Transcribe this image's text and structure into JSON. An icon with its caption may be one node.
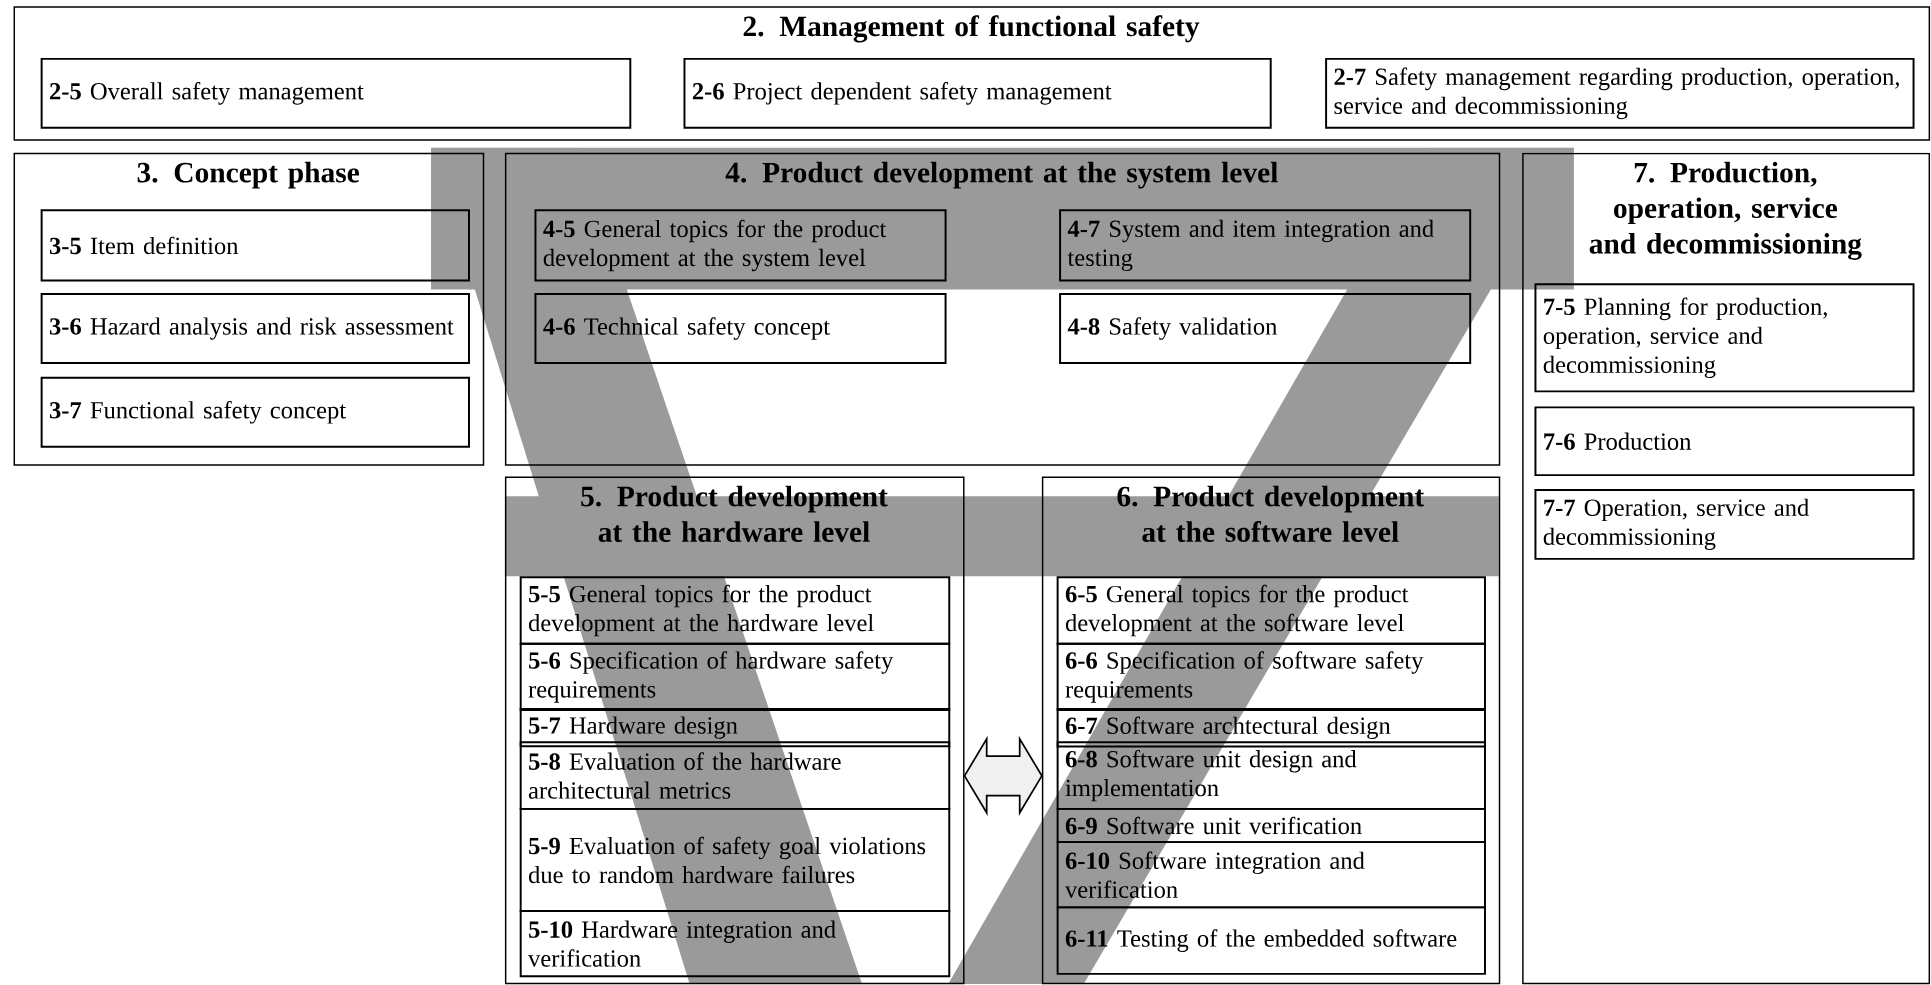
{
  "diagram": {
    "nodes": [
      {
        "text": [
          "2. Management of functional safety"
        ]
      },
      {
        "text": [
          "**2-5** Overall safety management"
        ],
        "in": 0
      },
      {
        "text": [
          "**2-6** Project dependent safety management"
        ],
        "in": 0
      },
      {
        "text": [
          "**2-7** Safety management regarding production, operation, service and decommissioning"
        ],
        "in": 0
      },
      {
        "text": [
          "3. Concept phase"
        ]
      },
      {
        "text": [
          "**3-5** Item definition"
        ],
        "in": 4
      },
      {
        "text": [
          "**3-6** Hazard analysis and risk assessment"
        ],
        "in": 4
      },
      {
        "text": [
          "**3-7** Functional safety concept"
        ],
        "in": 4
      },
      {
        "text": [
          "4. Product development at the system level"
        ]
      },
      {
        "text": [
          "**4-5** General topics for the product development at the system level"
        ],
        "in": 8
      },
      {
        "text": [
          "**4-7** System and item integration and testing"
        ],
        "in": 8
      },
      {
        "text": [
          "**4-6** Technical safety concept"
        ],
        "in": 8
      },
      {
        "text": [
          "**4-8** Safety validation"
        ],
        "in": 8
      },
      {
        "text": [
          "7. Production, operation, service and decommissioning"
        ]
      },
      {
        "text": [
          "**7-5** Planning for production, operation, service and decommissioning"
        ],
        "in": 13
      },
      {
        "text": [
          "**7-6** Production"
        ],
        "in": 13
      },
      {
        "text": [
          "**7-7** Operation, service and decommissioning"
        ],
        "in": 13
      },
      {
        "text": [
          "5. Product development at the hardware level"
        ]
      },
      {
        "text": [
          "**5-5** General topics for the product development at the hardware level"
        ],
        "in": 17
      },
      {
        "text": [
          "**5-6** Specification of hardware safety requirements"
        ],
        "in": 17
      },
      {
        "text": [
          "**5-7** Hardware design"
        ],
        "in": 17
      },
      {
        "text": [
          "**5-8** Evaluation of the hardware architectural metrics"
        ],
        "in": 17
      },
      {
        "text": [
          "**5-9** Evaluation of safety goal violations due to random hardware failures"
        ],
        "in": 17
      },
      {
        "text": [
          "**5-10** Hardware integration and verification"
        ],
        "in": 17
      },
      {
        "text": [
          "6. Product development at the software level"
        ]
      },
      {
        "text": [
          "**6-5** General topics for the product development at the software level"
        ],
        "in": 24
      },
      {
        "text": [
          "**6-6** Specification of software safety requirements"
        ],
        "in": 24
      },
      {
        "text": [
          "**6-7** Software archtectural design"
        ],
        "in": 24
      },
      {
        "text": [
          "**6-8** Software unit design and implementation"
        ],
        "in": 24
      },
      {
        "text": [
          "**6-9** Software unit verification"
        ],
        "in": 24
      },
      {
        "text": [
          "**6-10** Software integration and verification"
        ],
        "in": 24
      },
      {
        "text": [
          "**6-11** Testing of the embedded software"
        ],
        "in": 24
      }
    ],
    "edges": [
      {
        "from": 17,
        "to": 24,
        "arrow": "both"
      }
    ]
  }
}
